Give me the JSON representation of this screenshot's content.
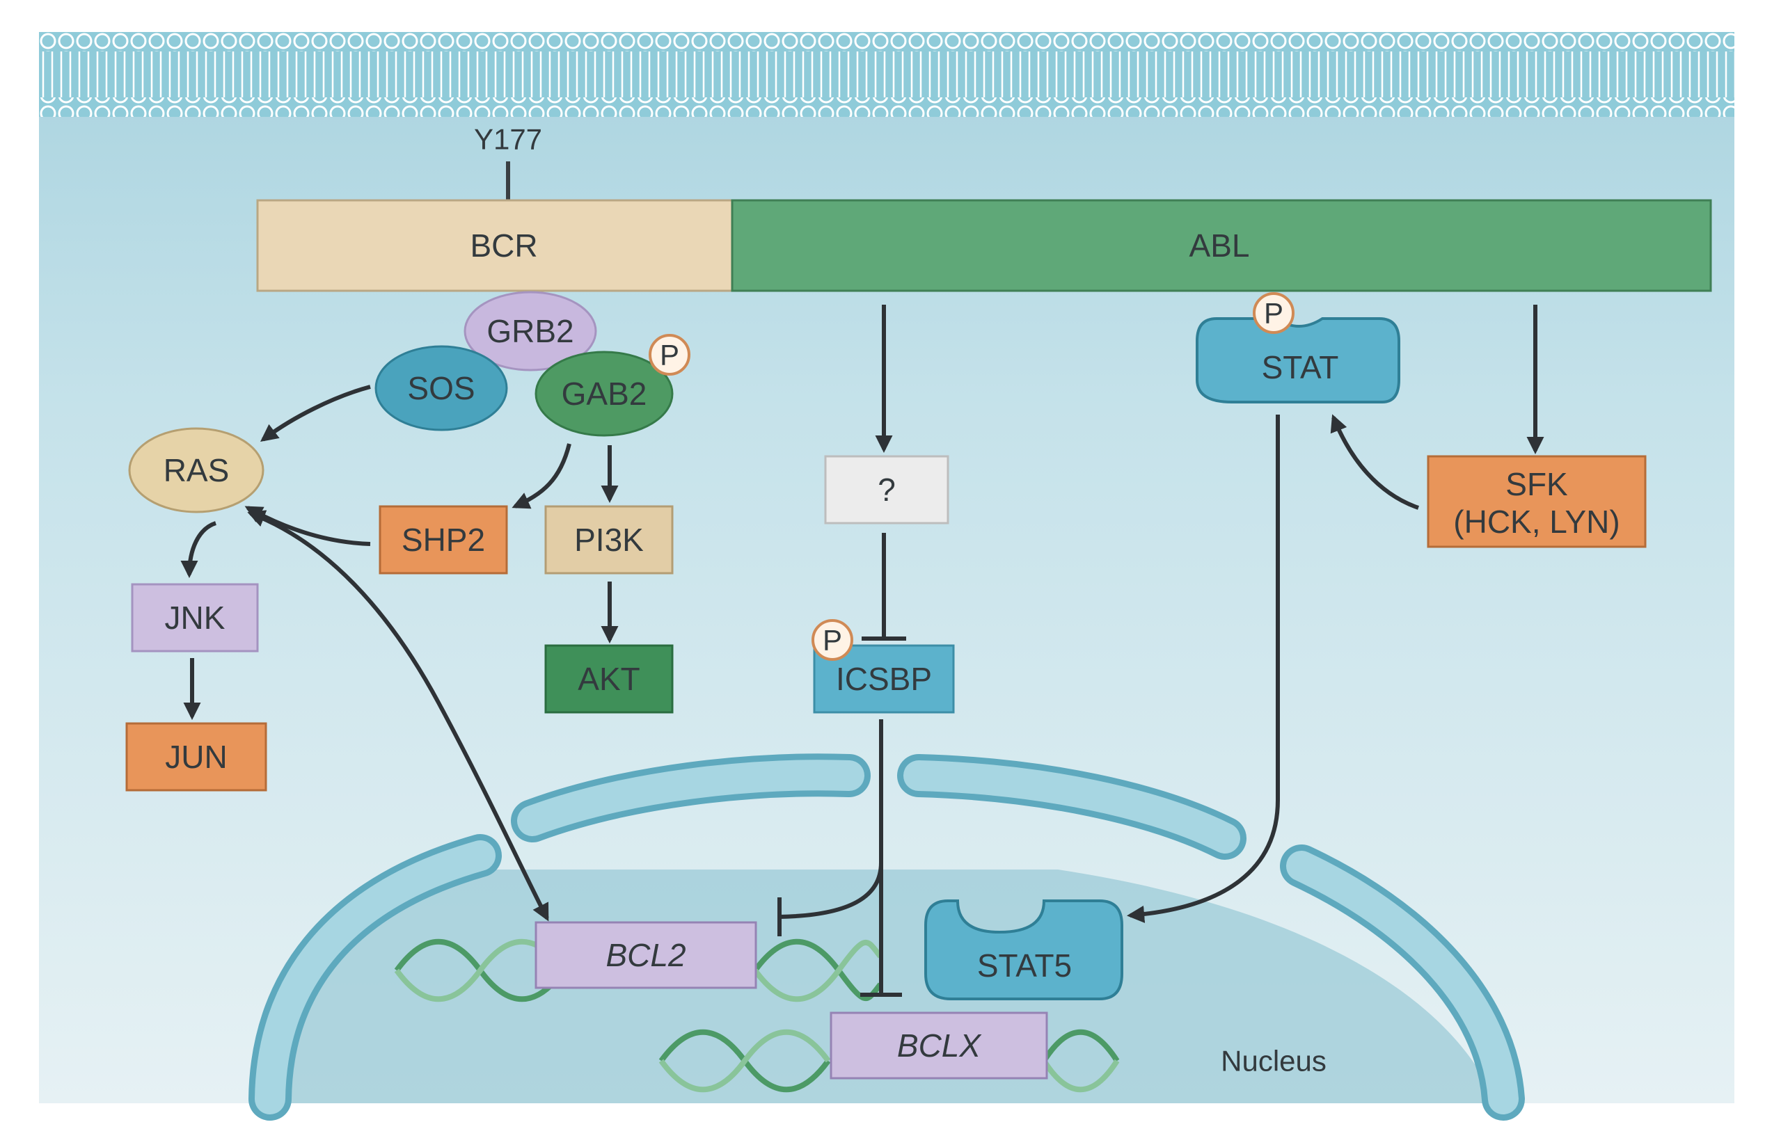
{
  "labels": {
    "y177": "Y177",
    "bcr": "BCR",
    "abl": "ABL",
    "grb2": "GRB2",
    "sos": "SOS",
    "gab2": "GAB2",
    "phospho": "P",
    "ras": "RAS",
    "shp2": "SHP2",
    "pi3k": "PI3K",
    "akt": "AKT",
    "jnk": "JNK",
    "jun": "JUN",
    "unknown": "?",
    "icsbp": "ICSBP",
    "stat": "STAT",
    "sfk_line1": "SFK",
    "sfk_line2": "(HCK, LYN)",
    "stat5": "STAT5",
    "bcl2": "BCL2",
    "bclx": "BCLX",
    "nucleus": "Nucleus"
  },
  "colors": {
    "cytoplasm": "#b9dbe5",
    "membrane": "#9fd3e0",
    "bcr": "#ead7b6",
    "abl": "#5fa878",
    "grb2": "#c8b8de",
    "sos": "#4aa3bd",
    "gab2": "#4e9a63",
    "ras": "#e6d3a8",
    "orange": "#e8955a",
    "tan": "#e2cda6",
    "green": "#3f9059",
    "lavender": "#cdbfe0",
    "grey": "#ececec",
    "blue": "#5cb2cc",
    "nucleus": "#8fc7d6"
  }
}
